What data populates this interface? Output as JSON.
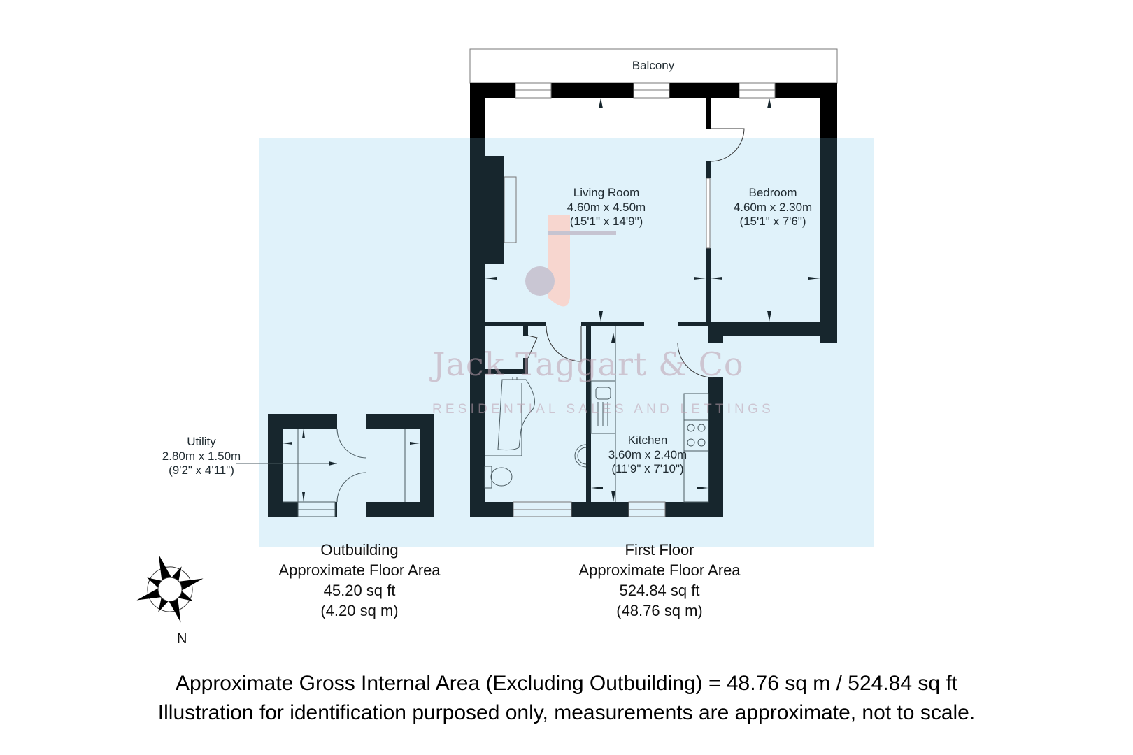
{
  "balcony": {
    "label": "Balcony"
  },
  "rooms": [
    {
      "name": "Living Room",
      "dims_m": "4.60m x 4.50m",
      "dims_ft": "(15'1\" x 14'9\")"
    },
    {
      "name": "Bedroom",
      "dims_m": "4.60m x 2.30m",
      "dims_ft": "(15'1\" x 7'6\")"
    },
    {
      "name": "Kitchen",
      "dims_m": "3.60m x 2.40m",
      "dims_ft": "(11'9\" x 7'10\")"
    },
    {
      "name": "Utility",
      "dims_m": "2.80m x 1.50m",
      "dims_ft": "(9'2\" x 4'11\")"
    }
  ],
  "watermark": {
    "title": "Jack Taggart & Co",
    "subtitle": "RESIDENTIAL SALES AND LETTINGS"
  },
  "areas": {
    "outbuilding": {
      "title": "Outbuilding",
      "subtitle": "Approximate Floor Area",
      "sqft": "45.20 sq ft",
      "sqm": "(4.20 sq m)"
    },
    "first_floor": {
      "title": "First Floor",
      "subtitle": "Approximate Floor Area",
      "sqft": "524.84 sq ft",
      "sqm": "(48.76 sq m)"
    }
  },
  "compass": {
    "icon": "compass-rose-icon",
    "label": "N"
  },
  "footer": {
    "line1": "Approximate Gross Internal Area (Excluding Outbuilding) = 48.76 sq m / 524.84 sq ft",
    "line2": "Illustration for identification purposed only, measurements are approximate, not to scale."
  },
  "colors": {
    "wall": "#17262d",
    "wall_outside": "#000000",
    "highlight": "#e0f2fa",
    "fixture_line": "#5a6b72"
  }
}
